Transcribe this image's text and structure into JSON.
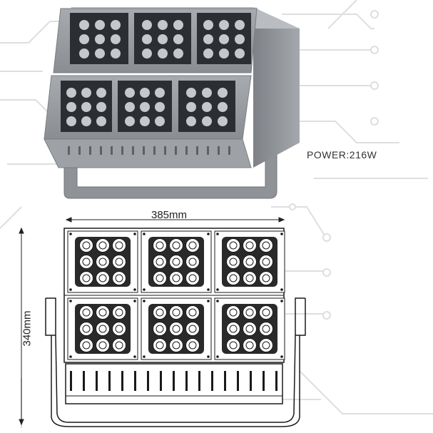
{
  "product": {
    "power_label": "POWER:216W"
  },
  "drawing": {
    "width_label": "385mm",
    "height_label": "340mm"
  },
  "colors": {
    "housing": "#8d9196",
    "housing_dark": "#6f7378",
    "led_panel": "#2b2f33",
    "circuit_lines": "#d9dbdd",
    "line_art": "#1a1a1a"
  },
  "modules": {
    "rows": 2,
    "columns": 3,
    "leds_per_module": 9
  }
}
